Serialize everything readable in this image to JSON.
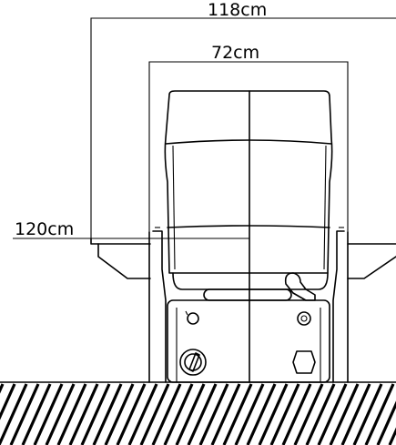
{
  "dimensions": {
    "outer_width": "118cm",
    "seat_width": "72cm",
    "height": "120cm"
  },
  "colors": {
    "line": "#000000",
    "background": "#ffffff"
  }
}
